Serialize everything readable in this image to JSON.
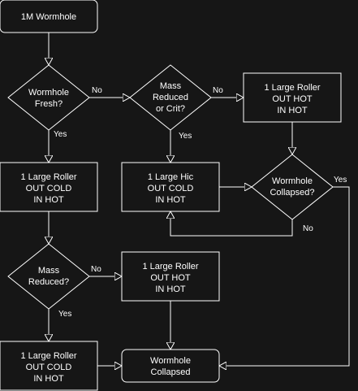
{
  "nodes": {
    "start": [
      "1M Wormhole"
    ],
    "fresh": [
      "Wormhole",
      "Fresh?"
    ],
    "mass_crit": [
      "Mass",
      "Reduced",
      "or Crit?"
    ],
    "roller_hot_top": [
      "1 Large Roller",
      "OUT HOT",
      "IN HOT"
    ],
    "roller_cold_mid": [
      "1 Large Roller",
      "OUT COLD",
      "IN HOT"
    ],
    "hic_cold": [
      "1 Large Hic",
      "OUT COLD",
      "IN HOT"
    ],
    "collapsed_q": [
      "Wormhole",
      "Collapsed?"
    ],
    "mass_reduced": [
      "Mass",
      "Reduced?"
    ],
    "roller_hot_mid": [
      "1 Large Roller",
      "OUT HOT",
      "IN HOT"
    ],
    "roller_cold_bottom": [
      "1 Large Roller",
      "OUT COLD",
      "IN HOT"
    ],
    "collapsed_end": [
      "Wormhole",
      "Collapsed"
    ]
  },
  "edge_labels": {
    "fresh_no": "No",
    "fresh_yes": "Yes",
    "mass_crit_no": "No",
    "mass_crit_yes": "Yes",
    "collapsed_yes": "Yes",
    "collapsed_no": "No",
    "mass_reduced_no": "No",
    "mass_reduced_yes": "Yes"
  }
}
